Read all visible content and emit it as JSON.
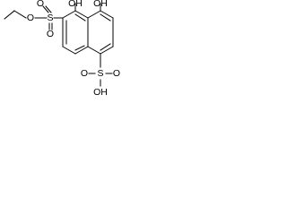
{
  "labels": {
    "ester_oxygen": "O",
    "sulfur_top": "S",
    "sulfur_top_oxo_left": "O",
    "sulfur_top_oxo_bottom": "O",
    "hydroxyl_top": "OH",
    "hydroxyl_bottom": "OH",
    "sulfur_bottom": "S",
    "sulfur_bottom_oxo_left": "O",
    "sulfur_bottom_oxo_right": "O",
    "sulfonic_hydroxyl": "OH"
  },
  "colors": {
    "ink": "#000000",
    "background": "#ffffff"
  }
}
